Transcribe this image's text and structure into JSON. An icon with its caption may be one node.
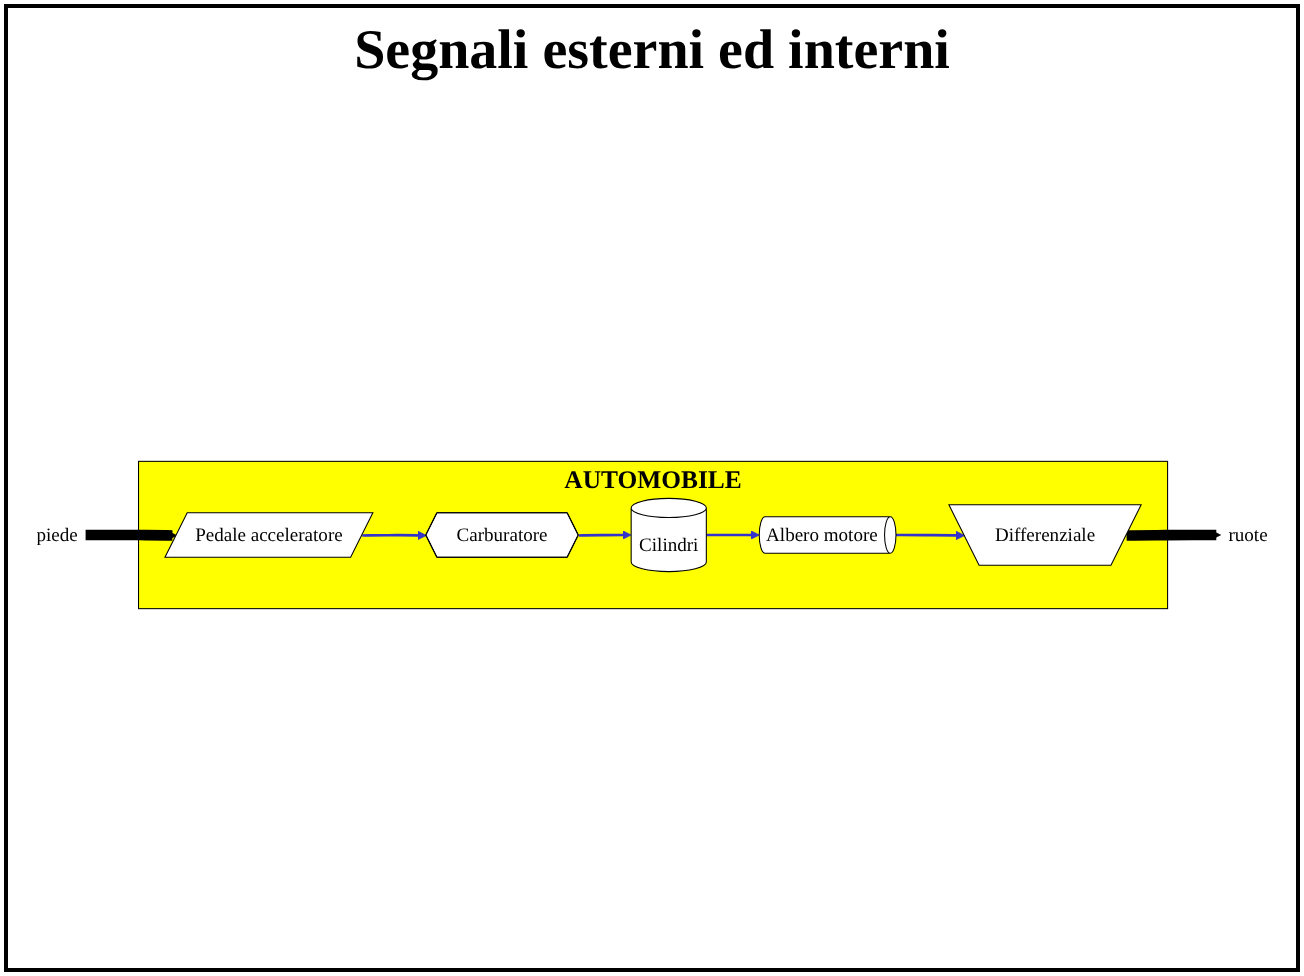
{
  "diagram": {
    "title": "Segnali esterni ed interni",
    "nodes": [
      {
        "text": [
          "AUTOMOBILE"
        ]
      },
      {
        "text": [
          "piede"
        ]
      },
      {
        "text": [
          "Pedale acceleratore"
        ],
        "in": 0
      },
      {
        "text": [
          "Carburatore"
        ],
        "in": 0
      },
      {
        "text": [
          "Cilindri"
        ],
        "in": 0
      },
      {
        "text": [
          "Albero motore"
        ],
        "in": 0
      },
      {
        "text": [
          "Differenziale"
        ],
        "in": 0
      },
      {
        "text": [
          "ruote"
        ]
      }
    ],
    "edges": [
      {
        "from": 1,
        "to": 2,
        "arrow": "to",
        "style": "thick",
        "color": "#000000"
      },
      {
        "from": 2,
        "to": 3,
        "arrow": "to"
      },
      {
        "from": 3,
        "to": 4,
        "arrow": "to"
      },
      {
        "from": 4,
        "to": 5,
        "arrow": "to"
      },
      {
        "from": 5,
        "to": 6,
        "arrow": "to"
      },
      {
        "from": 6,
        "to": 7,
        "arrow": "to",
        "style": "thick",
        "color": "#000000"
      }
    ]
  }
}
